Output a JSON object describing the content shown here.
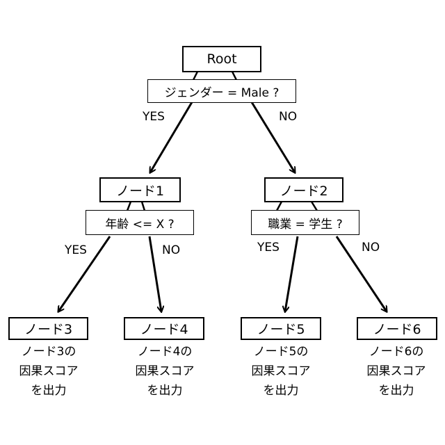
{
  "root": {
    "label": "Root",
    "question": "ジェンダー = Male ?"
  },
  "root_edges": {
    "yes": "YES",
    "no": "NO"
  },
  "node1": {
    "label": "ノード1",
    "question": "年齢 <= X ?"
  },
  "node1_edges": {
    "yes": "YES",
    "no": "NO"
  },
  "node2": {
    "label": "ノード2",
    "question": "職業 = 学生 ?"
  },
  "node2_edges": {
    "yes": "YES",
    "no": "NO"
  },
  "leaves": [
    {
      "label": "ノード3",
      "output": [
        "ノード3の",
        "因果スコア",
        "を出力"
      ]
    },
    {
      "label": "ノード4",
      "output": [
        "ノード4の",
        "因果スコア",
        "を出力"
      ]
    },
    {
      "label": "ノード5",
      "output": [
        "ノード5の",
        "因果スコア",
        "を出力"
      ]
    },
    {
      "label": "ノード6",
      "output": [
        "ノード6の",
        "因果スコア",
        "を出力"
      ]
    }
  ]
}
